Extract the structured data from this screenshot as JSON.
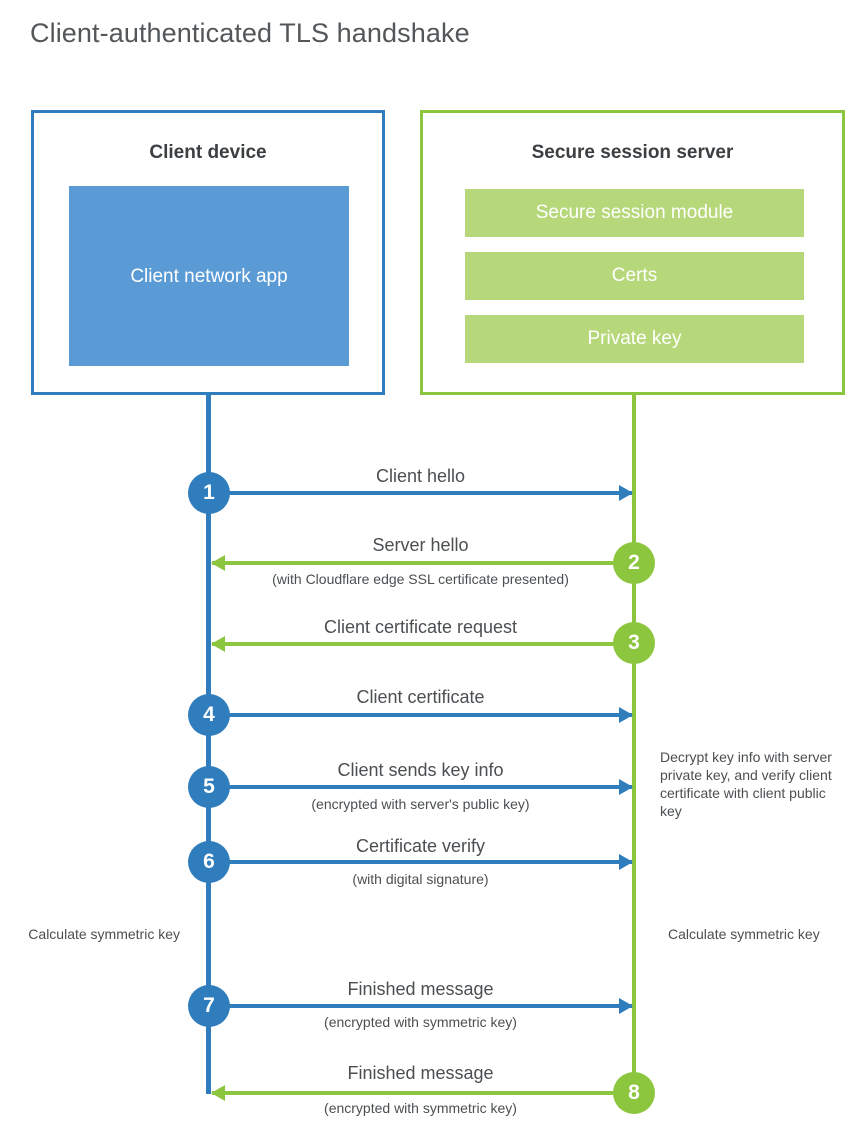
{
  "title": "Client-authenticated TLS handshake",
  "colors": {
    "client_blue": "#2f7dbd",
    "client_app_fill": "#5b9bd5",
    "server_green": "#8cc63e",
    "server_bar_fill": "#b6d87a",
    "text_gray": "#4b4f52",
    "title_gray": "#53575a"
  },
  "client": {
    "title": "Client device",
    "app_label": "Client network app"
  },
  "server": {
    "title": "Secure session server",
    "components": [
      {
        "label": "Secure session module"
      },
      {
        "label": "Certs"
      },
      {
        "label": "Private key"
      }
    ]
  },
  "steps": [
    {
      "number": "1",
      "direction": "client-to-server",
      "actor": "client",
      "label": "Client hello",
      "sublabel": ""
    },
    {
      "number": "2",
      "direction": "server-to-client",
      "actor": "server",
      "label": "Server hello",
      "sublabel": "(with Cloudflare edge SSL certificate presented)"
    },
    {
      "number": "3",
      "direction": "server-to-client",
      "actor": "server",
      "label": "Client certificate request",
      "sublabel": ""
    },
    {
      "number": "4",
      "direction": "client-to-server",
      "actor": "client",
      "label": "Client certificate",
      "sublabel": ""
    },
    {
      "number": "5",
      "direction": "client-to-server",
      "actor": "client",
      "label": "Client sends key info",
      "sublabel": "(encrypted with server's public key)"
    },
    {
      "number": "6",
      "direction": "client-to-server",
      "actor": "client",
      "label": "Certificate verify",
      "sublabel": "(with digital signature)"
    },
    {
      "number": "7",
      "direction": "client-to-server",
      "actor": "client",
      "label": "Finished message",
      "sublabel": "(encrypted with symmetric key)"
    },
    {
      "number": "8",
      "direction": "server-to-client",
      "actor": "server",
      "label": "Finished message",
      "sublabel": "(encrypted with symmetric key)"
    }
  ],
  "notes": {
    "server_decrypt": "Decrypt key info with server private key, and verify client certificate with client public key",
    "client_calculate": "Calculate symmetric key",
    "server_calculate": "Calculate symmetric key"
  }
}
